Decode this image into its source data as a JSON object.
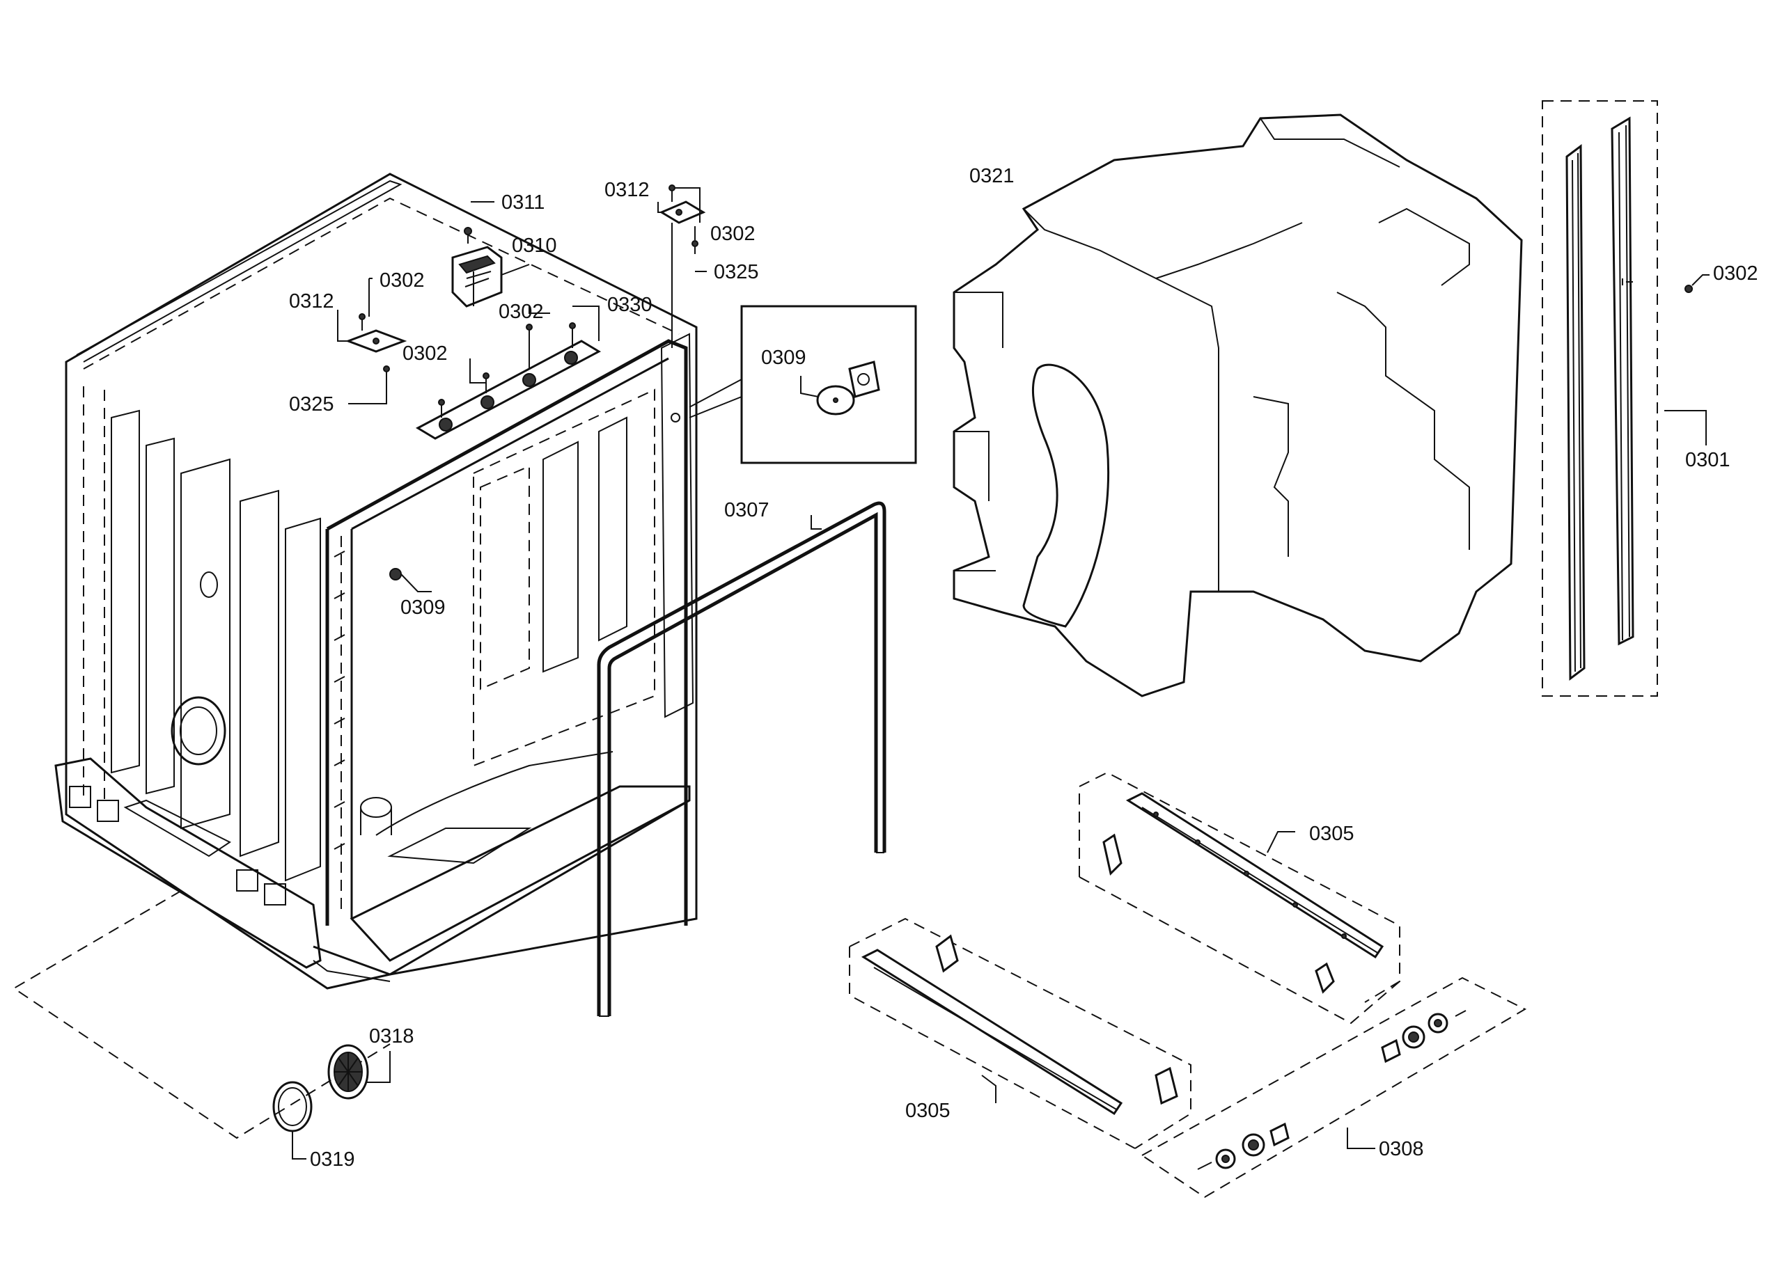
{
  "labels": {
    "l0311": "0311",
    "l0310": "0310",
    "l0312a": "0312",
    "l0302a": "0302",
    "l0325a": "0325",
    "l0302b": "0302",
    "l0302c": "0302",
    "l0330": "0330",
    "l0312b": "0312",
    "l0302d": "0302",
    "l0325b": "0325",
    "l0309a": "0309",
    "l0309b": "0309",
    "l0307": "0307",
    "l0321": "0321",
    "l0302e": "0302",
    "l0301": "0301",
    "l0305a": "0305",
    "l0305b": "0305",
    "l0308": "0308",
    "l0318": "0318",
    "l0319": "0319"
  }
}
